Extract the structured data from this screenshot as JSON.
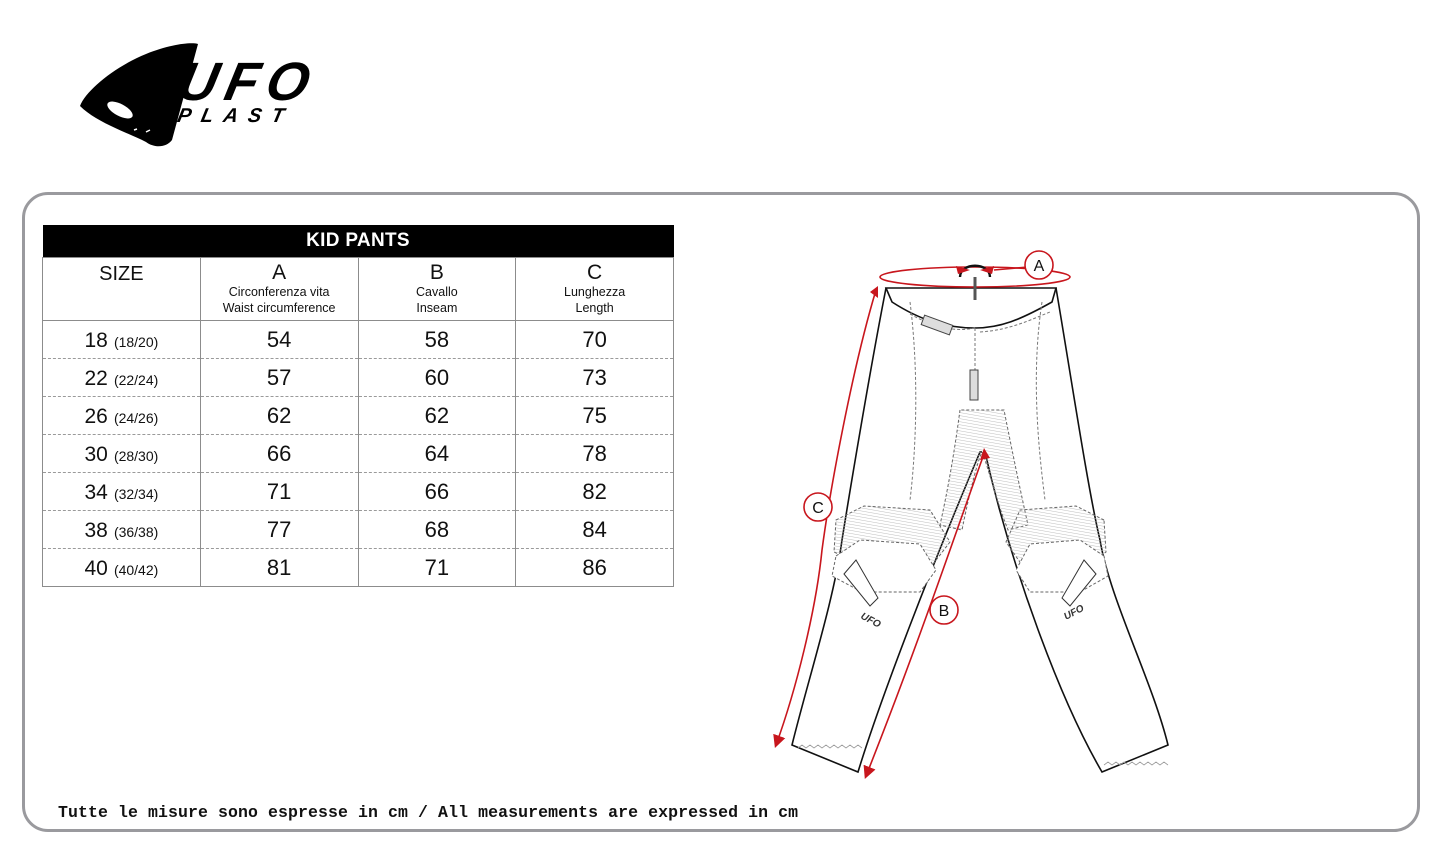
{
  "brand": {
    "logo_text_top": "UFO",
    "logo_text_bottom": "PLAST"
  },
  "table": {
    "title": "KID PANTS",
    "columns": [
      {
        "key": "size",
        "letter": "SIZE",
        "sub_it": "",
        "sub_en": ""
      },
      {
        "key": "A",
        "letter": "A",
        "sub_it": "Circonferenza vita",
        "sub_en": "Waist circumference"
      },
      {
        "key": "B",
        "letter": "B",
        "sub_it": "Cavallo",
        "sub_en": "Inseam"
      },
      {
        "key": "C",
        "letter": "C",
        "sub_it": "Lunghezza",
        "sub_en": "Length"
      }
    ],
    "rows": [
      {
        "size": "18",
        "alt": "(18/20)",
        "A": "54",
        "B": "58",
        "C": "70"
      },
      {
        "size": "22",
        "alt": "(22/24)",
        "A": "57",
        "B": "60",
        "C": "73"
      },
      {
        "size": "26",
        "alt": "(24/26)",
        "A": "62",
        "B": "62",
        "C": "75"
      },
      {
        "size": "30",
        "alt": "(28/30)",
        "A": "66",
        "B": "64",
        "C": "78"
      },
      {
        "size": "34",
        "alt": "(32/34)",
        "A": "71",
        "B": "66",
        "C": "82"
      },
      {
        "size": "38",
        "alt": "(36/38)",
        "A": "77",
        "B": "68",
        "C": "84"
      },
      {
        "size": "40",
        "alt": "(40/42)",
        "A": "81",
        "B": "71",
        "C": "86"
      }
    ]
  },
  "diagram": {
    "labels": {
      "A": "A",
      "B": "B",
      "C": "C"
    },
    "knee_logo": "UFO",
    "colors": {
      "measure": "#c8161d",
      "outline": "#111111",
      "panel": "#e4e4e4"
    }
  },
  "footnote": "Tutte le misure sono espresse in cm / All measurements are expressed in cm"
}
